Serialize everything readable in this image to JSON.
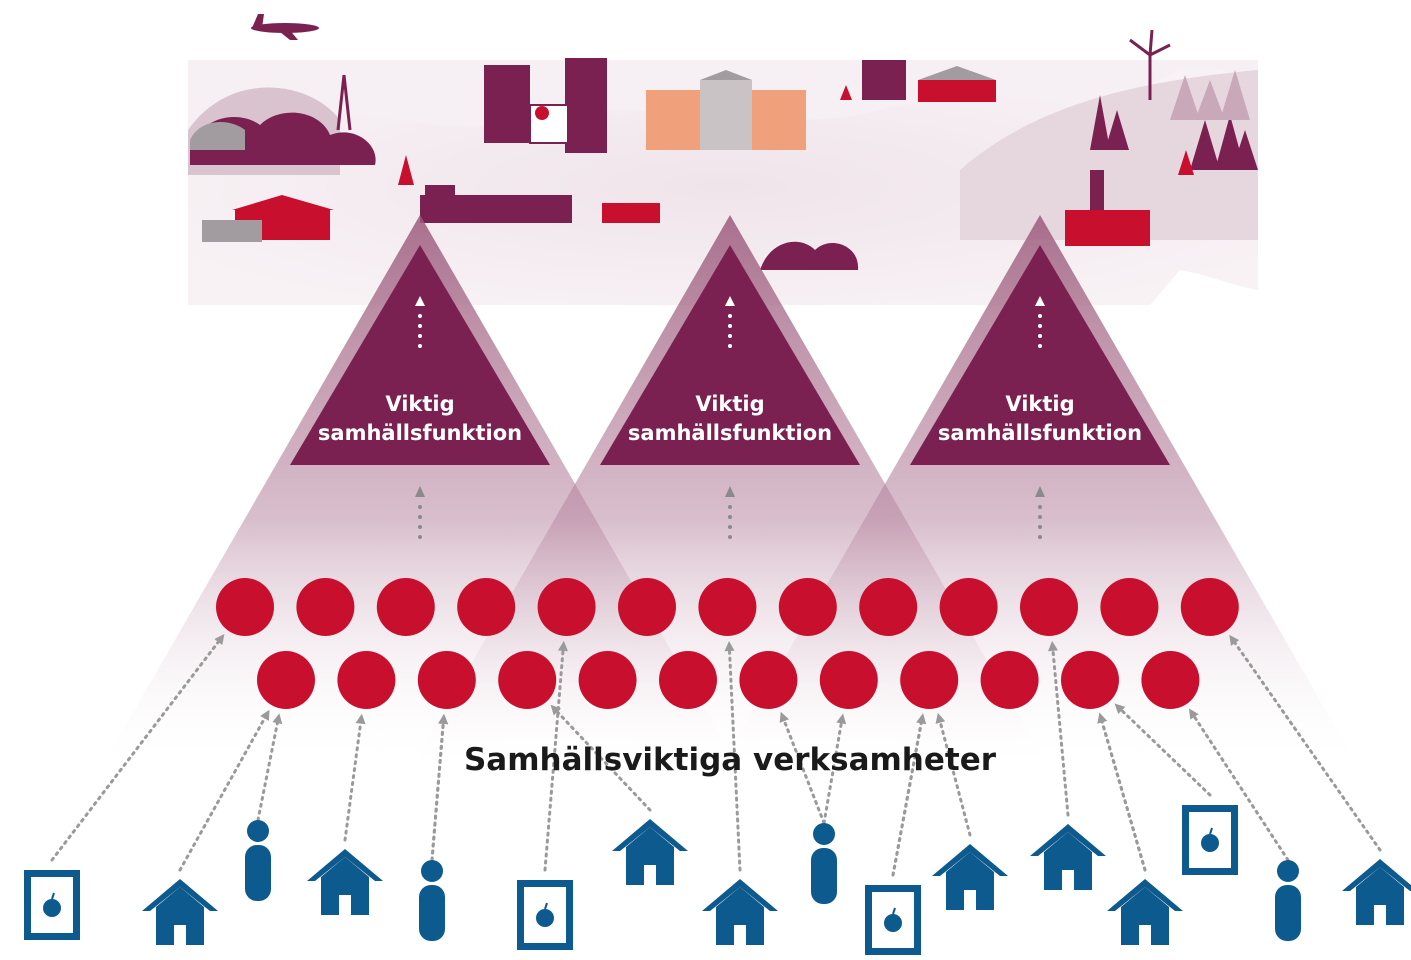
{
  "functions": [
    {
      "label_line1": "Viktig",
      "label_line2": "samhällsfunktion"
    },
    {
      "label_line1": "Viktig",
      "label_line2": "samhällsfunktion"
    },
    {
      "label_line1": "Viktig",
      "label_line2": "samhällsfunktion"
    }
  ],
  "base_label": "Samhällsviktiga verksamheter",
  "activities": {
    "row1_count": 13,
    "row2_count": 12
  },
  "dependency_icons": [
    "painting-icon",
    "house-icon",
    "person-icon",
    "house-icon",
    "person-icon",
    "painting-icon",
    "house-icon",
    "house-icon",
    "person-icon",
    "painting-icon",
    "house-icon",
    "house-icon",
    "house-icon",
    "painting-icon",
    "person-icon",
    "house-icon"
  ],
  "colors": {
    "function_triangle": "#7b2152",
    "activity_circle": "#c8102e",
    "dependency_icon": "#0d5a8f",
    "arrow": "#9a9a9a",
    "landscape_purple": "#7b2152",
    "landscape_light": "#d9c3cf",
    "landscape_red": "#c8102e"
  }
}
